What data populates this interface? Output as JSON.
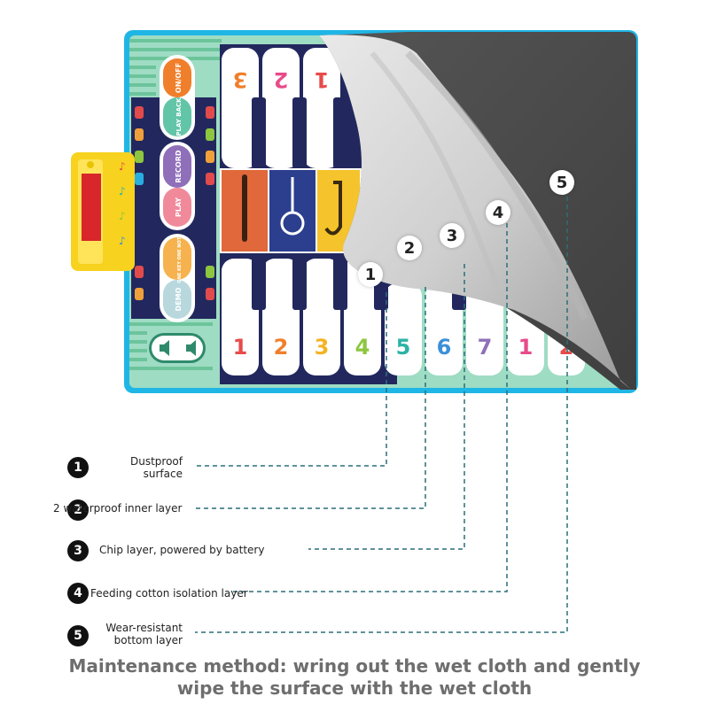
{
  "mat": {
    "buttons": {
      "on_off": "ON/OFF",
      "play_back": "PLAY BACK",
      "record": "RECORD",
      "play": "PLAY",
      "one_key_one_note": "ONE KEY ONE NOTE",
      "demo": "DEMO"
    },
    "keys": [
      "1",
      "2",
      "3",
      "4",
      "5",
      "6",
      "7",
      "1",
      "2"
    ],
    "top_keys": [
      "3",
      "2",
      "1"
    ],
    "instruments": [
      "recorder-icon",
      "guitar-icon",
      "saxophone-icon"
    ]
  },
  "callout_numbers": [
    "1",
    "2",
    "3",
    "4",
    "5"
  ],
  "layers": [
    {
      "num": "1",
      "label_line1": "Dustproof",
      "label_line2": "surface"
    },
    {
      "num": "2",
      "label": "2 waterproof inner layer"
    },
    {
      "num": "3",
      "label": "Chip layer, powered by battery"
    },
    {
      "num": "4",
      "label": "Feeding cotton isolation layer"
    },
    {
      "num": "5",
      "label_line1": "Wear-resistant",
      "label_line2": "bottom layer"
    }
  ],
  "footer": {
    "line1": "Maintenance method: wring out the wet cloth and gently",
    "line2": "wipe the surface with the wet cloth"
  },
  "colors": {
    "mat_border": "#1fb6e6",
    "mat_green": "#9fdcc4",
    "navy": "#22285e",
    "peel_grey": "#cfcfcf",
    "bottom_dark": "#4d4d4d",
    "dashed_line": "#2a6f78"
  }
}
